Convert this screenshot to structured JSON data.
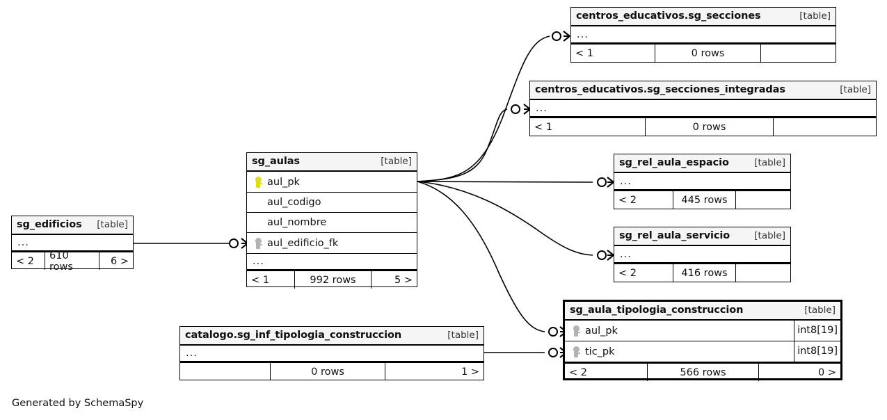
{
  "meta": {
    "credit": "Generated by SchemaSpy",
    "kind_label": "[table]",
    "ellipsis": "...",
    "pk_color": "#e0e000",
    "fk_color": "#b3b3b3",
    "header_bg": "#f5f5f5",
    "line_color": "#000000"
  },
  "tables": [
    {
      "id": "sg_secciones",
      "name": "centros_educativos.sg_secciones",
      "kind": "[table]",
      "focus": false,
      "rows": [
        {
          "name": "...",
          "type": "",
          "key": "none",
          "ellipsis": true
        }
      ],
      "footer": {
        "left": "< 1",
        "center": "0 rows",
        "right": ""
      }
    },
    {
      "id": "sg_secciones_integradas",
      "name": "centros_educativos.sg_secciones_integradas",
      "kind": "[table]",
      "focus": false,
      "rows": [
        {
          "name": "...",
          "type": "",
          "key": "none",
          "ellipsis": true
        }
      ],
      "footer": {
        "left": "< 1",
        "center": "0 rows",
        "right": ""
      }
    },
    {
      "id": "sg_rel_aula_espacio",
      "name": "sg_rel_aula_espacio",
      "kind": "[table]",
      "focus": false,
      "rows": [
        {
          "name": "...",
          "type": "",
          "key": "none",
          "ellipsis": true
        }
      ],
      "footer": {
        "left": "< 2",
        "center": "445 rows",
        "right": ""
      }
    },
    {
      "id": "sg_rel_aula_servicio",
      "name": "sg_rel_aula_servicio",
      "kind": "[table]",
      "focus": false,
      "rows": [
        {
          "name": "...",
          "type": "",
          "key": "none",
          "ellipsis": true
        }
      ],
      "footer": {
        "left": "< 2",
        "center": "416 rows",
        "right": ""
      }
    },
    {
      "id": "sg_aula_tipologia_construccion",
      "name": "sg_aula_tipologia_construccion",
      "kind": "[table]",
      "focus": true,
      "rows": [
        {
          "name": "aul_pk",
          "type": "int8[19]",
          "key": "fk",
          "ellipsis": false
        },
        {
          "name": "tic_pk",
          "type": "int8[19]",
          "key": "fk",
          "ellipsis": false
        }
      ],
      "footer": {
        "left": "< 2",
        "center": "566 rows",
        "right": "0 >"
      }
    },
    {
      "id": "sg_aulas",
      "name": "sg_aulas",
      "kind": "[table]",
      "focus": false,
      "rows": [
        {
          "name": "aul_pk",
          "type": "",
          "key": "pk",
          "ellipsis": false
        },
        {
          "name": "aul_codigo",
          "type": "",
          "key": "none",
          "ellipsis": false
        },
        {
          "name": "aul_nombre",
          "type": "",
          "key": "none",
          "ellipsis": false
        },
        {
          "name": "aul_edificio_fk",
          "type": "",
          "key": "fk",
          "ellipsis": false
        },
        {
          "name": "...",
          "type": "",
          "key": "none",
          "ellipsis": true
        }
      ],
      "footer": {
        "left": "< 1",
        "center": "992 rows",
        "right": "5 >"
      }
    },
    {
      "id": "sg_edificios",
      "name": "sg_edificios",
      "kind": "[table]",
      "focus": false,
      "rows": [
        {
          "name": "...",
          "type": "",
          "key": "none",
          "ellipsis": true
        }
      ],
      "footer": {
        "left": "< 2",
        "center": "610 rows",
        "right": "6 >"
      }
    },
    {
      "id": "sg_inf_tipologia_construccion",
      "name": "catalogo.sg_inf_tipologia_construccion",
      "kind": "[table]",
      "focus": false,
      "rows": [
        {
          "name": "...",
          "type": "",
          "key": "none",
          "ellipsis": true
        }
      ],
      "footer": {
        "left": "",
        "center": "0 rows",
        "right": "1 >"
      }
    }
  ],
  "relationships": [
    {
      "from": "sg_aulas.aul_pk",
      "to": "centros_educativos.sg_secciones"
    },
    {
      "from": "sg_aulas.aul_pk",
      "to": "centros_educativos.sg_secciones_integradas"
    },
    {
      "from": "sg_aulas.aul_pk",
      "to": "sg_rel_aula_espacio"
    },
    {
      "from": "sg_aulas.aul_pk",
      "to": "sg_rel_aula_servicio"
    },
    {
      "from": "sg_aulas.aul_pk",
      "to": "sg_aula_tipologia_construccion.aul_pk"
    },
    {
      "from": "sg_edificios",
      "to": "sg_aulas.aul_edificio_fk"
    },
    {
      "from": "catalogo.sg_inf_tipologia_construccion",
      "to": "sg_aula_tipologia_construccion.tic_pk"
    }
  ]
}
